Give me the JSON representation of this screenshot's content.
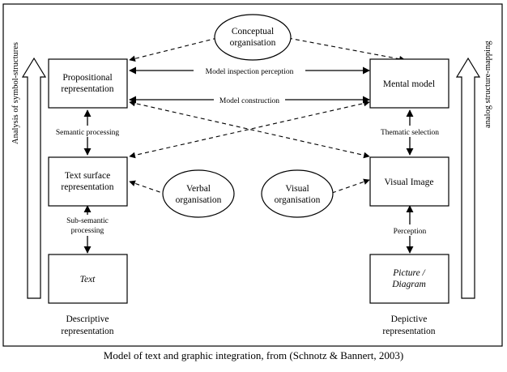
{
  "boxes": {
    "propositional": [
      "Propositional",
      "representation"
    ],
    "mental_model": "Mental model",
    "text_surface": [
      "Text surface",
      "representation"
    ],
    "visual_image": "Visual Image",
    "text": "Text",
    "picture": [
      "Picture /",
      "Diagram"
    ]
  },
  "ovals": {
    "conceptual": [
      "Conceptual",
      "organisation"
    ],
    "verbal": [
      "Verbal",
      "organisation"
    ],
    "visual": [
      "Visual",
      "organisation"
    ]
  },
  "arrow_labels": {
    "model_inspection": "Model inspection perception",
    "model_construction": "Model construction",
    "semantic_processing": "Semantic processing",
    "thematic_selection": "Thematic selection",
    "sub_semantic": [
      "Sub-semantic",
      "processing"
    ],
    "perception": "Perception"
  },
  "side_labels": {
    "left": "Analysis of symbol-structures",
    "right": "analog structure-mapping"
  },
  "bottom_labels": {
    "descriptive": [
      "Descriptive",
      "representation"
    ],
    "depictive": [
      "Depictive",
      "representation"
    ]
  },
  "caption": "Model of text and graphic integration, from (Schnotz & Bannert, 2003)"
}
